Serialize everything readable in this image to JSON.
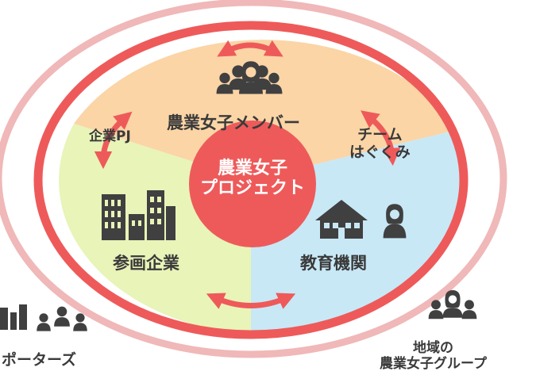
{
  "colors": {
    "outer_ring": "#f0b8b8",
    "inner_ring": "#ee5a5a",
    "members_sector": "#fbd5a6",
    "companies_sector": "#e8f4b8",
    "education_sector": "#c8e8f6",
    "center": "#ee5a5a",
    "arrow": "#ee5a5a",
    "icon": "#404040"
  },
  "diagram": {
    "center_line1": "農業女子",
    "center_line2": "プロジェクト",
    "members_label": "農業女子メンバー",
    "companies_label": "参画企業",
    "education_label": "教育機関",
    "link_companies": "企業PJ",
    "link_education_line1": "チーム",
    "link_education_line2": "はぐくみ",
    "supporters_label": "ポーターズ",
    "local_groups_line1": "地域の",
    "local_groups_line2": "農業女子グループ"
  },
  "icons": {
    "members": "people-group-icon",
    "companies": "buildings-icon",
    "education": "school-icon",
    "supporters": "buildings-people-icon",
    "local_groups": "people-group-icon"
  }
}
